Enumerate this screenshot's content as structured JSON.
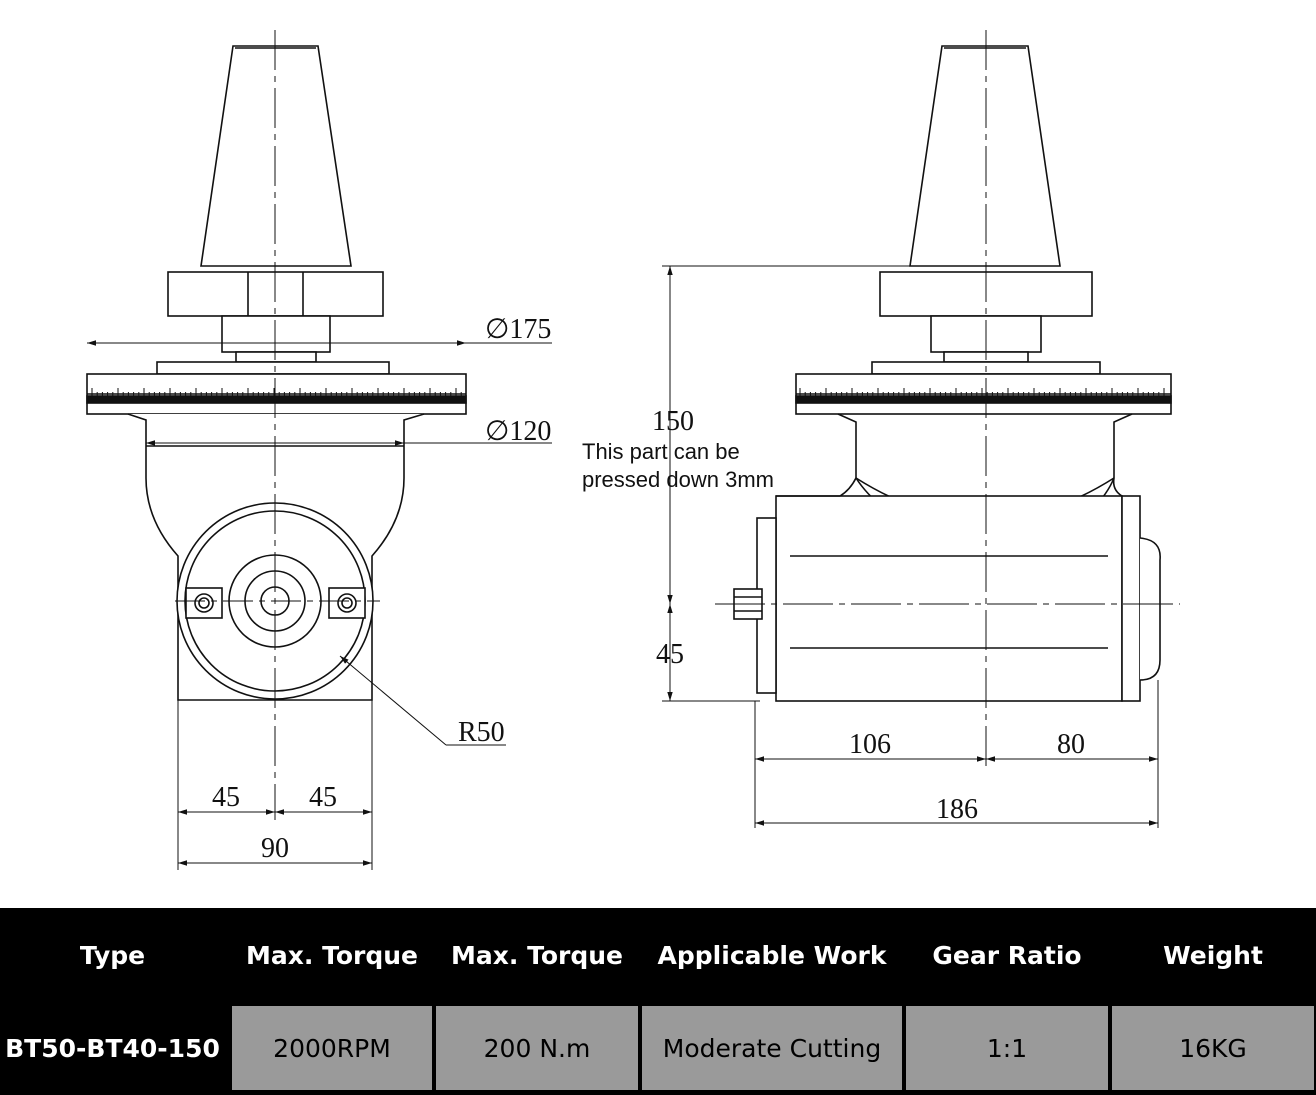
{
  "drawing": {
    "front_view": {
      "dim_flange_dia": "∅175",
      "dim_body_dia": "∅120",
      "dim_radius": "R50",
      "dim_left_half": "45",
      "dim_right_half": "45",
      "dim_width": "90"
    },
    "side_view": {
      "dim_height": "150",
      "note_line1": "This part can be",
      "note_line2": "pressed down 3mm",
      "dim_axis_height": "45",
      "dim_left_len": "106",
      "dim_right_len": "80",
      "dim_total_len": "186"
    }
  },
  "spec_table": {
    "headers": [
      "Type",
      "Max. Torque",
      "Max. Torque",
      "Applicable Work",
      "Gear Ratio",
      "Weight"
    ],
    "rows": [
      [
        "BT50-BT40-150",
        "2000RPM",
        "200 N.m",
        "Moderate Cutting",
        "1:1",
        "16KG"
      ]
    ]
  },
  "colors": {
    "header_bg": "#000000",
    "value_bg": "#9a9a9a",
    "line": "#111111"
  }
}
